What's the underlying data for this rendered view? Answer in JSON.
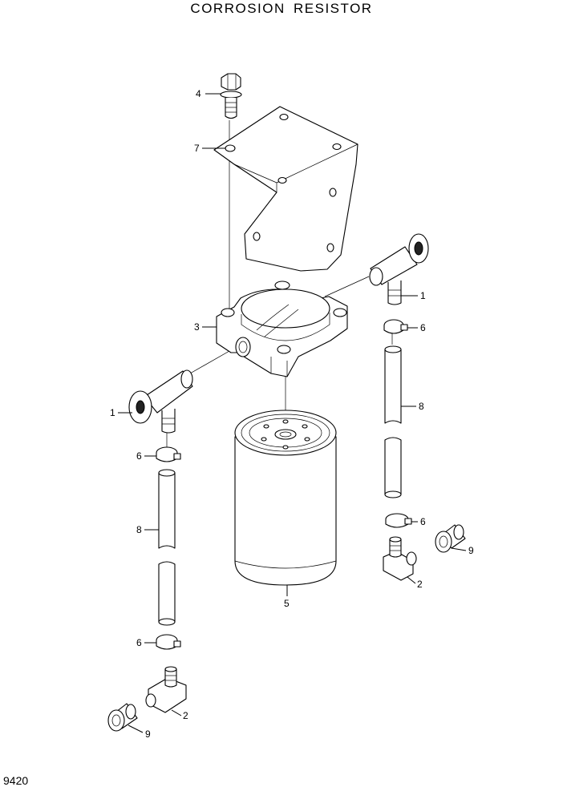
{
  "title": "CORROSION  RESISTOR",
  "page_code": "9420",
  "callouts": {
    "bolt": "4",
    "bracket": "7",
    "head": "3",
    "filter": "5",
    "valve_right": "1",
    "valve_left": "1",
    "clamp_right_top": "6",
    "clamp_right_bottom": "6",
    "clamp_left_top": "6",
    "clamp_left_bottom": "6",
    "hose_right": "8",
    "hose_left": "8",
    "elbow_right": "2",
    "elbow_left": "2",
    "connector_right": "9",
    "connector_left": "9"
  }
}
